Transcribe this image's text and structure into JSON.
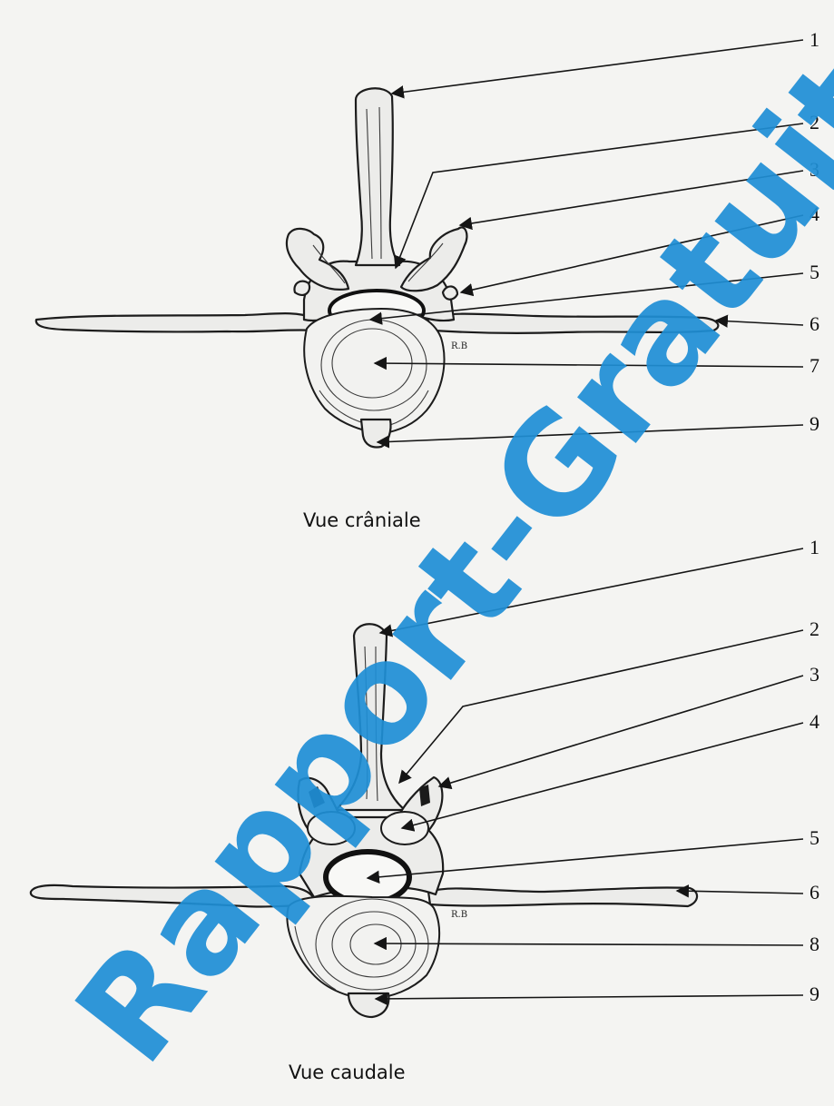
{
  "views": [
    {
      "caption": "Vue crâniale",
      "labels": [
        "1",
        "2",
        "3",
        "4",
        "5",
        "6",
        "7",
        "9"
      ]
    },
    {
      "caption": "Vue caudale",
      "labels": [
        "1",
        "2",
        "3",
        "4",
        "5",
        "6",
        "8",
        "9"
      ]
    }
  ],
  "artist_initials": [
    "R.B",
    "R.B"
  ],
  "watermark": {
    "text": "Rapport-Gratuit.com",
    "color": "#1f8fd6"
  }
}
